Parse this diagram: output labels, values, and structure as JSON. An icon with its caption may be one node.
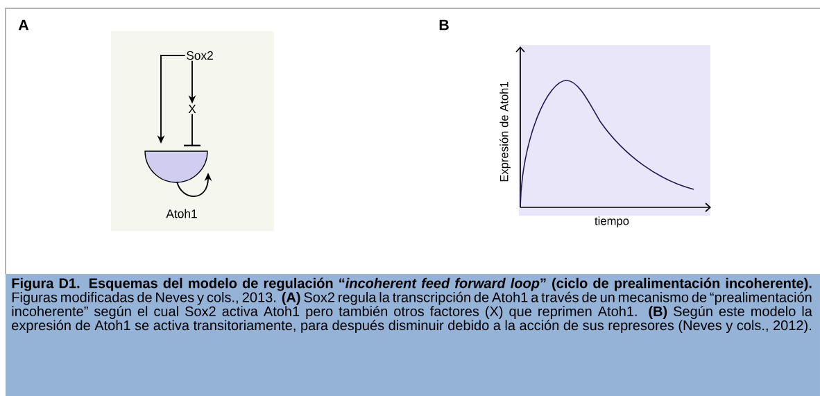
{
  "diagram": {
    "caption": "**Figura D1. Esquemas del modelo de regulación “*incoherent feed forward loop*” (ciclo de prealimentación incoherente).** Figuras modificadas de Neves y cols., 2013. **(A)** Sox2 regula la transcripción de Atoh1 a través de un mecanismo de “prealimentación incoherente” según el cual Sox2 activa Atoh1 pero también otros factores (X) que reprimen Atoh1. **(B)** Según este modelo la expresión de Atoh1 se activa transitoriamente, para después disminuir debido a la acción de sus represores (Neves y cols., 2012).",
    "nodes": [
      {
        "text": [
          "Sox2"
        ]
      },
      {
        "text": [
          "X"
        ]
      },
      {
        "text": [
          "Atoh1"
        ]
      }
    ],
    "edges": [
      {
        "from": 0,
        "to": 2,
        "arrow": "to"
      },
      {
        "from": 0,
        "to": 1,
        "arrow": "to"
      },
      {
        "from": 1,
        "to": 2,
        "arrow": "other"
      },
      {
        "from": 2,
        "to": 2,
        "arrow": "to"
      }
    ],
    "labels": [
      "A",
      "B",
      "Expresión de Atoh1",
      "tiempo"
    ]
  }
}
